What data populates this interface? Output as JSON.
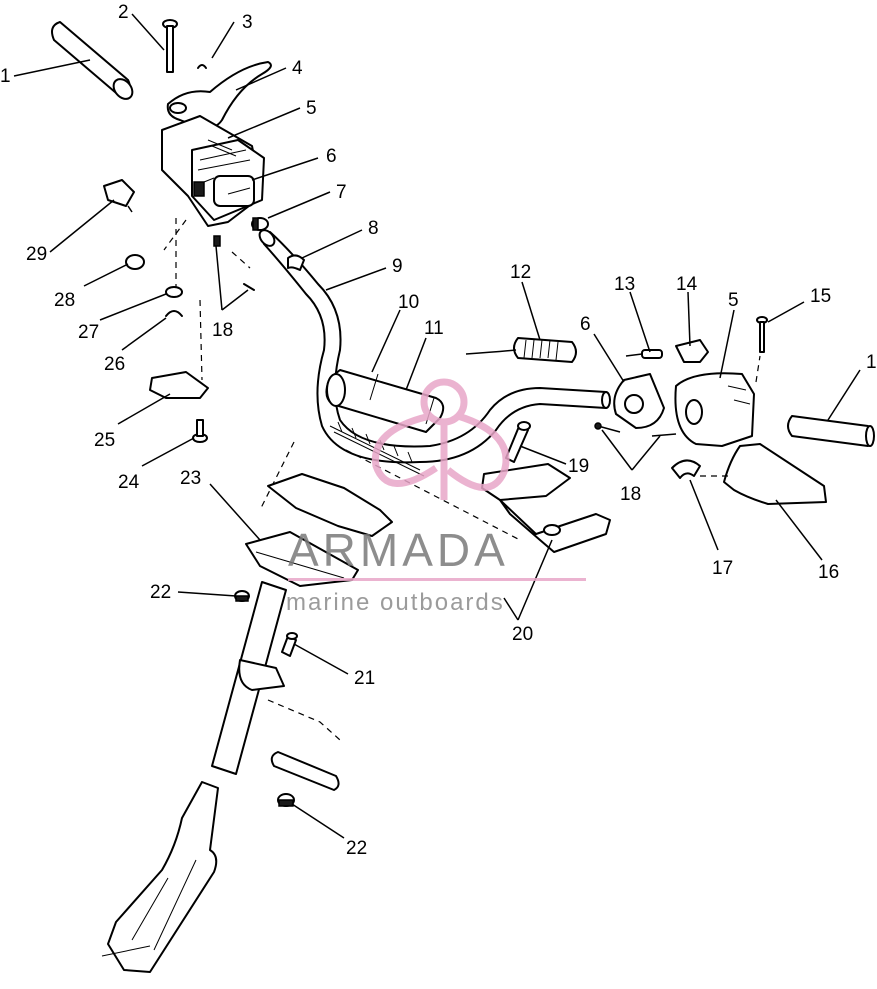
{
  "callouts": {
    "c1a": "1",
    "c2": "2",
    "c3": "3",
    "c4": "4",
    "c5a": "5",
    "c6a": "6",
    "c7": "7",
    "c8": "8",
    "c9": "9",
    "c10": "10",
    "c11": "11",
    "c12": "12",
    "c13": "13",
    "c14": "14",
    "c5b": "5",
    "c15": "15",
    "c1b": "1",
    "c6b": "6",
    "c18a": "18",
    "c18b": "18",
    "c19": "19",
    "c17": "17",
    "c16": "16",
    "c29": "29",
    "c28": "28",
    "c27": "27",
    "c26": "26",
    "c25": "25",
    "c24": "24",
    "c23": "23",
    "c22a": "22",
    "c20": "20",
    "c21": "21",
    "c22b": "22"
  },
  "watermark": {
    "title": "ARMADA",
    "subtitle": "marine outboards",
    "accent_color": "#e8a6c8",
    "text_color": "#7a7a7a"
  }
}
